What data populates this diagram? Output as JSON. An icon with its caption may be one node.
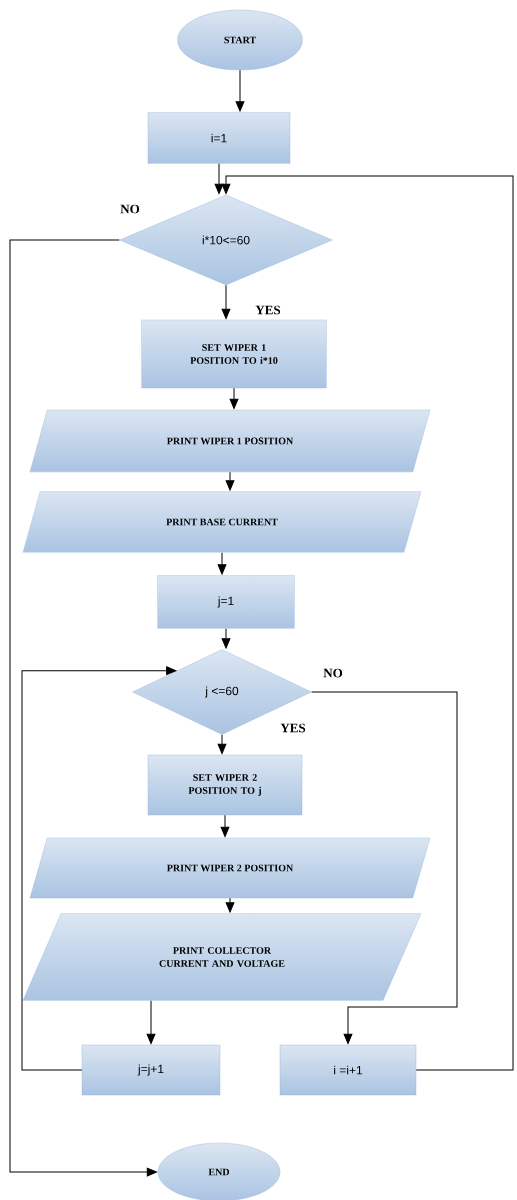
{
  "diagram": {
    "nodes": [
      {
        "text": [
          "START"
        ]
      },
      {
        "text": [
          "i=1"
        ]
      },
      {
        "text": [
          "i*10<=60"
        ]
      },
      {
        "text": [
          "SET WIPER 1 POSITION TO i*10"
        ]
      },
      {
        "text": [
          "PRINT WIPER 1 POSITION"
        ]
      },
      {
        "text": [
          "PRINT BASE CURRENT"
        ]
      },
      {
        "text": [
          "j=1"
        ]
      },
      {
        "text": [
          "j <=60"
        ]
      },
      {
        "text": [
          "SET WIPER 2 POSITION TO j"
        ]
      },
      {
        "text": [
          "PRINT WIPER 2 POSITION"
        ]
      },
      {
        "text": [
          "PRINT COLLECTOR CURRENT AND VOLTAGE"
        ]
      },
      {
        "text": [
          "j=j+1"
        ]
      },
      {
        "text": [
          "i =i+1"
        ]
      },
      {
        "text": [
          "END"
        ]
      }
    ],
    "edges": [
      {
        "from": 0,
        "to": 1,
        "arrow": "to"
      },
      {
        "from": 1,
        "to": 2,
        "arrow": "to"
      },
      {
        "from": 2,
        "to": 3,
        "arrow": "to",
        "label": "YES"
      },
      {
        "from": 3,
        "to": 4,
        "arrow": "to"
      },
      {
        "from": 4,
        "to": 5,
        "arrow": "to"
      },
      {
        "from": 5,
        "to": 6,
        "arrow": "to"
      },
      {
        "from": 6,
        "to": 7,
        "arrow": "to"
      },
      {
        "from": 7,
        "to": 8,
        "arrow": "to",
        "label": "YES"
      },
      {
        "from": 8,
        "to": 9,
        "arrow": "to"
      },
      {
        "from": 9,
        "to": 10,
        "arrow": "to"
      },
      {
        "from": 10,
        "to": 11,
        "arrow": "to"
      },
      {
        "from": 11,
        "to": 7,
        "arrow": "to"
      },
      {
        "from": 7,
        "to": 12,
        "arrow": "to",
        "label": "NO"
      },
      {
        "from": 12,
        "to": 2,
        "arrow": "to"
      },
      {
        "from": 2,
        "to": 13,
        "arrow": "to",
        "label": "NO"
      }
    ]
  }
}
